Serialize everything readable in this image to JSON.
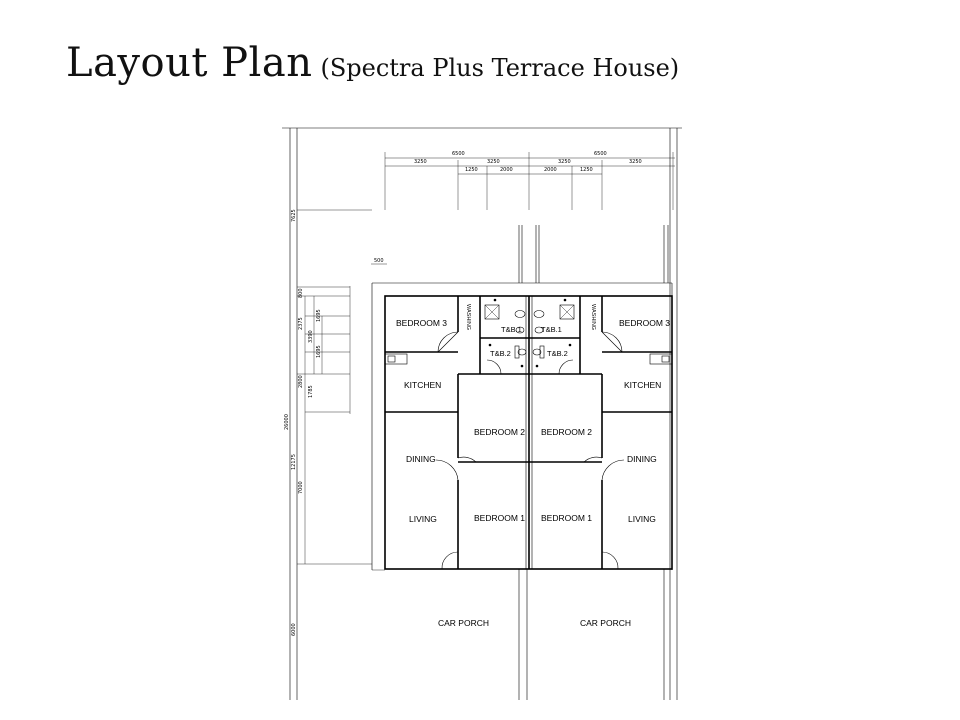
{
  "title": "Layout Plan",
  "subtitle": "(Spectra Plus Terrace House)",
  "dimensions": {
    "left_total": "6500",
    "right_total": "6500",
    "top_a": "3250",
    "top_b": "3250",
    "top_c": "3250",
    "top_d": "3250",
    "sub_1250_l": "1250",
    "sub_2000_l": "2000",
    "sub_2000_r": "2000",
    "sub_1250_r": "1250",
    "side_500": "500",
    "v_7625": "7625",
    "v_26000": "26000",
    "v_800": "800",
    "v_2375": "2375",
    "v_1695": "1695",
    "v_3390": "3390",
    "v_1695b": "1695",
    "v_2800": "2800",
    "v_1785": "1785",
    "v_12175": "12175",
    "v_7000": "7000",
    "v_6000": "6000"
  },
  "rooms": {
    "bedroom3_left": "BEDROOM 3",
    "bedroom3_right": "BEDROOM 3",
    "washing_left": "WASHING",
    "washing_right": "WASHING",
    "tb1_left": "T&B.1",
    "tb1_right": "T&B.1",
    "tb2_left": "T&B.2",
    "tb2_right": "T&B.2",
    "kitchen_left": "KITCHEN",
    "kitchen_right": "KITCHEN",
    "bedroom2_left": "BEDROOM 2",
    "bedroom2_right": "BEDROOM 2",
    "dining_left": "DINING",
    "dining_right": "DINING",
    "living_left": "LIVING",
    "living_right": "LIVING",
    "bedroom1_left": "BEDROOM 1",
    "bedroom1_right": "BEDROOM 1",
    "carporch_left": "CAR PORCH",
    "carporch_right": "CAR PORCH"
  }
}
